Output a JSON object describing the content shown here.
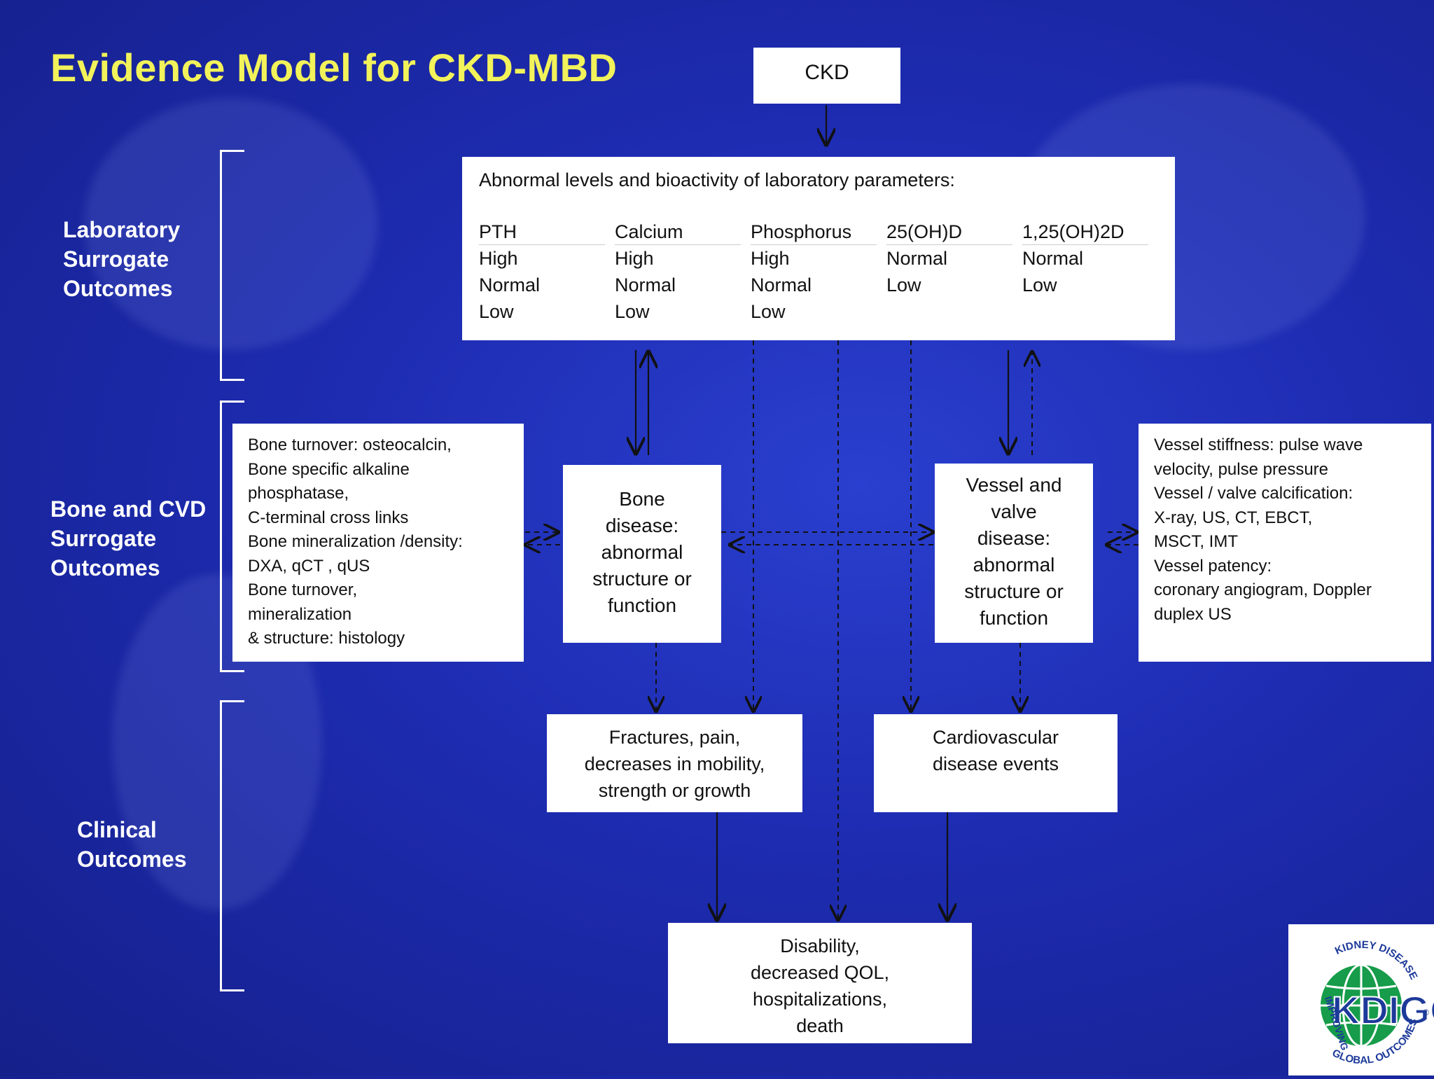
{
  "title": "Evidence Model for CKD-MBD",
  "side_labels": {
    "lab": [
      "Laboratory",
      "Surrogate",
      "Outcomes"
    ],
    "bone_cvd": [
      "Bone and CVD",
      "Surrogate",
      "Outcomes"
    ],
    "clinical": [
      "Clinical",
      "Outcomes"
    ]
  },
  "ckd": "CKD",
  "lab_box": {
    "heading": "Abnormal levels and bioactivity of laboratory parameters:",
    "columns": [
      {
        "name": "PTH",
        "values": [
          "High",
          "Normal",
          "Low"
        ]
      },
      {
        "name": "Calcium",
        "values": [
          "High",
          "Normal",
          "Low"
        ]
      },
      {
        "name": "Phosphorus",
        "values": [
          "High",
          "Normal",
          "Low"
        ]
      },
      {
        "name": "25(OH)D",
        "values": [
          "Normal",
          "Low"
        ]
      },
      {
        "name": "1,25(OH)2D",
        "values": [
          "Normal",
          "Low"
        ]
      }
    ]
  },
  "bone_measures": [
    "Bone turnover:   osteocalcin,",
    "Bone specific alkaline",
    "phosphatase,",
    "C-terminal cross links",
    "Bone mineralization /density:",
    "DXA,  qCT , qUS",
    "Bone turnover,",
    "mineralization",
    "& structure: histology"
  ],
  "vessel_measures": [
    "Vessel stiffness:  pulse wave",
    "velocity, pulse pressure",
    "Vessel / valve calcification:",
    "X-ray, US, CT, EBCT,",
    "MSCT, IMT",
    "Vessel  patency:",
    "coronary angiogram, Doppler",
    "duplex US"
  ],
  "bone_disease": [
    "Bone",
    "disease:",
    "abnormal",
    "structure or",
    "function"
  ],
  "vessel_disease": [
    "Vessel and",
    "valve",
    "disease:",
    "abnormal",
    "structure or",
    "function"
  ],
  "fractures": [
    "Fractures, pain,",
    "decreases in mobility,",
    "strength   or growth"
  ],
  "cvd_events": [
    "Cardiovascular",
    "disease events"
  ],
  "final_outcomes": [
    "Disability,",
    "decreased QOL,",
    "hospitalizations,",
    "death"
  ],
  "logo": {
    "top_text": "KIDNEY DISEASE",
    "left_text": "IMPROVING",
    "bottom_text": "GLOBAL OUTCOMES",
    "mark": "KDIGO",
    "registered": "®",
    "colors": {
      "green": "#169c4a",
      "blue": "#1d3a9a"
    }
  }
}
